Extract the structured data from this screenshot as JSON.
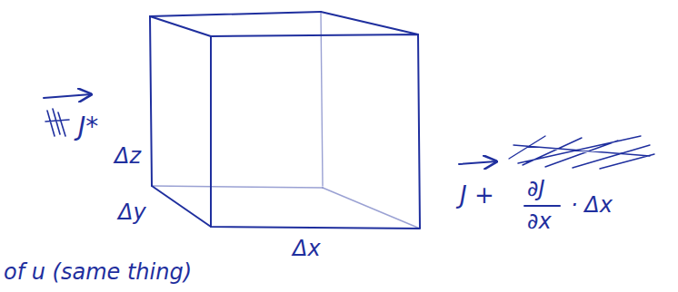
{
  "diagram": {
    "labels": [
      "J*",
      "Δz",
      "Δy",
      "Δx",
      "J +",
      "∂J",
      "∂x",
      "· Δx",
      "of u (same thing)"
    ]
  }
}
